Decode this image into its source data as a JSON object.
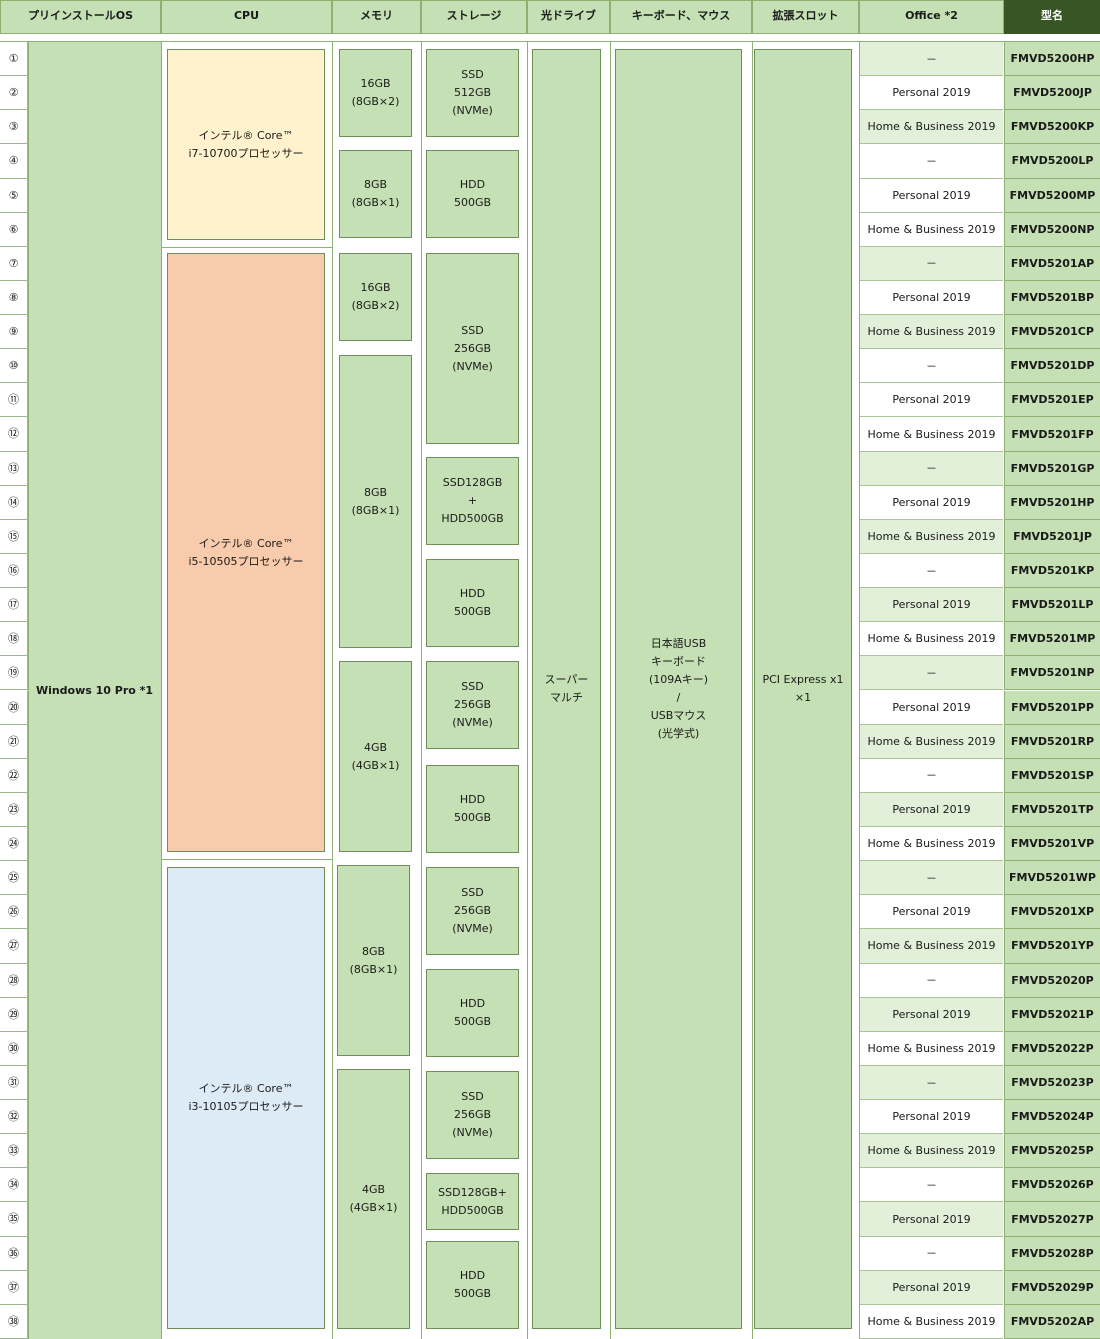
{
  "headers": {
    "os": "プリインストールOS",
    "cpu": "CPU",
    "memory": "メモリ",
    "storage": "ストレージ",
    "optical": "光ドライブ",
    "keyboard": "キーボード、マウス",
    "slot": "拡張スロット",
    "office": "Office *2",
    "model": "型名"
  },
  "os": "Windows 10 Pro *1",
  "cpu": [
    {
      "label": "インテル® Core™\ni7-10700プロセッサー",
      "color": "#fff2cc"
    },
    {
      "label": "インテル® Core™\ni5-10505プロセッサー",
      "color": "#f8cbad"
    },
    {
      "label": "インテル® Core™\ni3-10105プロセッサー",
      "color": "#ddebf7"
    }
  ],
  "memory": [
    "16GB\n(8GB×2)",
    "8GB\n(8GB×1)",
    "16GB\n(8GB×2)",
    "8GB\n(8GB×1)",
    "4GB\n(4GB×1)",
    "8GB\n(8GB×1)",
    "4GB\n(4GB×1)"
  ],
  "storage": [
    "SSD\n512GB\n(NVMe)",
    "HDD\n500GB",
    "SSD\n256GB\n(NVMe)",
    "SSD128GB\n+\nHDD500GB",
    "HDD\n500GB",
    "SSD\n256GB\n(NVMe)",
    "HDD\n500GB",
    "SSD\n256GB\n(NVMe)",
    "HDD\n500GB",
    "SSD\n256GB\n(NVMe)",
    "SSD128GB+\nHDD500GB",
    "HDD\n500GB"
  ],
  "optical": "スーパー\nマルチ",
  "keyboard": "日本語USB\nキーボード\n(109Aキー)\n/\nUSBマウス\n(光学式)",
  "slot": "PCI Express x1\n×1",
  "rows": [
    {
      "num": "①",
      "office": "－",
      "model": "FMVD5200HP"
    },
    {
      "num": "②",
      "office": "Personal 2019",
      "model": "FMVD5200JP"
    },
    {
      "num": "③",
      "office": "Home & Business 2019",
      "model": "FMVD5200KP"
    },
    {
      "num": "④",
      "office": "－",
      "model": "FMVD5200LP"
    },
    {
      "num": "⑤",
      "office": "Personal 2019",
      "model": "FMVD5200MP"
    },
    {
      "num": "⑥",
      "office": "Home & Business 2019",
      "model": "FMVD5200NP"
    },
    {
      "num": "⑦",
      "office": "－",
      "model": "FMVD5201AP"
    },
    {
      "num": "⑧",
      "office": "Personal 2019",
      "model": "FMVD5201BP"
    },
    {
      "num": "⑨",
      "office": "Home & Business 2019",
      "model": "FMVD5201CP"
    },
    {
      "num": "⑩",
      "office": "－",
      "model": "FMVD5201DP"
    },
    {
      "num": "⑪",
      "office": "Personal 2019",
      "model": "FMVD5201EP"
    },
    {
      "num": "⑫",
      "office": "Home & Business 2019",
      "model": "FMVD5201FP"
    },
    {
      "num": "⑬",
      "office": "－",
      "model": "FMVD5201GP"
    },
    {
      "num": "⑭",
      "office": "Personal 2019",
      "model": "FMVD5201HP"
    },
    {
      "num": "⑮",
      "office": "Home & Business 2019",
      "model": "FMVD5201JP"
    },
    {
      "num": "⑯",
      "office": "－",
      "model": "FMVD5201KP"
    },
    {
      "num": "⑰",
      "office": "Personal 2019",
      "model": "FMVD5201LP"
    },
    {
      "num": "⑱",
      "office": "Home & Business 2019",
      "model": "FMVD5201MP"
    },
    {
      "num": "⑲",
      "office": "－",
      "model": "FMVD5201NP"
    },
    {
      "num": "⑳",
      "office": "Personal 2019",
      "model": "FMVD5201PP"
    },
    {
      "num": "㉑",
      "office": "Home & Business 2019",
      "model": "FMVD5201RP"
    },
    {
      "num": "㉒",
      "office": "－",
      "model": "FMVD5201SP"
    },
    {
      "num": "㉓",
      "office": "Personal 2019",
      "model": "FMVD5201TP"
    },
    {
      "num": "㉔",
      "office": "Home & Business 2019",
      "model": "FMVD5201VP"
    },
    {
      "num": "㉕",
      "office": "－",
      "model": "FMVD5201WP"
    },
    {
      "num": "㉖",
      "office": "Personal 2019",
      "model": "FMVD5201XP"
    },
    {
      "num": "㉗",
      "office": "Home & Business 2019",
      "model": "FMVD5201YP"
    },
    {
      "num": "㉘",
      "office": "－",
      "model": "FMVD52020P"
    },
    {
      "num": "㉙",
      "office": "Personal 2019",
      "model": "FMVD52021P"
    },
    {
      "num": "㉚",
      "office": "Home & Business 2019",
      "model": "FMVD52022P"
    },
    {
      "num": "㉛",
      "office": "－",
      "model": "FMVD52023P"
    },
    {
      "num": "㉜",
      "office": "Personal 2019",
      "model": "FMVD52024P"
    },
    {
      "num": "㉝",
      "office": "Home & Business 2019",
      "model": "FMVD52025P"
    },
    {
      "num": "㉞",
      "office": "－",
      "model": "FMVD52026P"
    },
    {
      "num": "㉟",
      "office": "Personal 2019",
      "model": "FMVD52027P"
    },
    {
      "num": "㊱",
      "office": "－",
      "model": "FMVD52028P"
    },
    {
      "num": "㊲",
      "office": "Personal 2019",
      "model": "FMVD52029P"
    },
    {
      "num": "㊳",
      "office": "Home & Business 2019",
      "model": "FMVD5202AP"
    }
  ]
}
